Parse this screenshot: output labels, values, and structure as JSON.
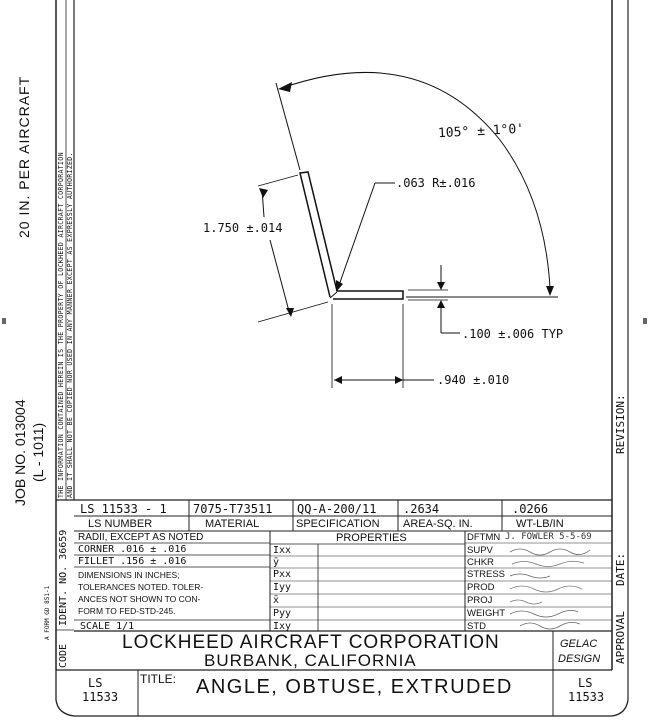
{
  "left_margin": {
    "per_aircraft": "20 IN. PER AIRCRAFT",
    "job_no": "JOB NO. 013004",
    "job_sub": "(L - 1011)",
    "form_no": "A FORM GD 851-1"
  },
  "proprietary_notice": {
    "line1": "THE INFORMATION CONTAINED HEREIN IS THE PROPERTY OF LOCKHEED AIRCRAFT CORPORATION",
    "line2": "AND IT SHALL NOT BE COPIED NOR USED IN ANY MANNER EXCEPT AS EXPRESSLY AUTHORIZED."
  },
  "drawing": {
    "angle_label": "105° ± 1°0'",
    "radius_label": ".063 R±.016",
    "leg_label": "1.750 ±.014",
    "thickness_label": ".100 ±.006 TYP",
    "width_label": ".940 ±.010"
  },
  "right_margin": {
    "revision": "REVISION:",
    "date": "DATE:",
    "approval": "APPROVAL"
  },
  "ident": {
    "label": "IDENT. NO. 36659",
    "code": "CODE"
  },
  "part_row": {
    "part_no": "LS 11533 - 1",
    "material": "7075-T73511",
    "specification": "QQ-A-200/11",
    "area": ".2634",
    "weight": ".0266"
  },
  "headers": {
    "part_no": "LS NUMBER",
    "material": "MATERIAL",
    "specification": "SPECIFICATION",
    "area": "AREA-SQ. IN.",
    "weight": "WT-LB/IN"
  },
  "notes": {
    "radii": "RADII, EXCEPT AS NOTED",
    "corner": "CORNER .016 ± .016",
    "fillet": "FILLET .156 ± .016",
    "dims1": "DIMENSIONS IN INCHES;",
    "dims2": "TOLERANCES NOTED. TOLER-",
    "dims3": "ANCES NOT SHOWN TO CON-",
    "dims4": "FORM TO FED-STD-245.",
    "scale": "SCALE 1/1"
  },
  "properties": {
    "title": "PROPERTIES",
    "labels": [
      "Ixx",
      "ȳ",
      "Pxx",
      "Iyy",
      "x̄",
      "Pyy",
      "Ixy"
    ]
  },
  "signoffs": [
    {
      "label": "DFTMN",
      "value": "J. FOWLER 5-5-69"
    },
    {
      "label": "SUPV",
      "value": ""
    },
    {
      "label": "CHKR",
      "value": ""
    },
    {
      "label": "STRESS",
      "value": ""
    },
    {
      "label": "PROD",
      "value": ""
    },
    {
      "label": "PROJ",
      "value": ""
    },
    {
      "label": "WEIGHT",
      "value": ""
    },
    {
      "label": "STD",
      "value": ""
    }
  ],
  "company": {
    "name": "LOCKHEED AIRCRAFT CORPORATION",
    "city": "BURBANK, CALIFORNIA",
    "division1": "GELAC",
    "division2": "DESIGN"
  },
  "title_block": {
    "ls_left_1": "LS",
    "ls_left_2": "11533",
    "title_label": "TITLE:",
    "title": "ANGLE, OBTUSE, EXTRUDED",
    "ls_right_1": "LS",
    "ls_right_2": "11533"
  }
}
